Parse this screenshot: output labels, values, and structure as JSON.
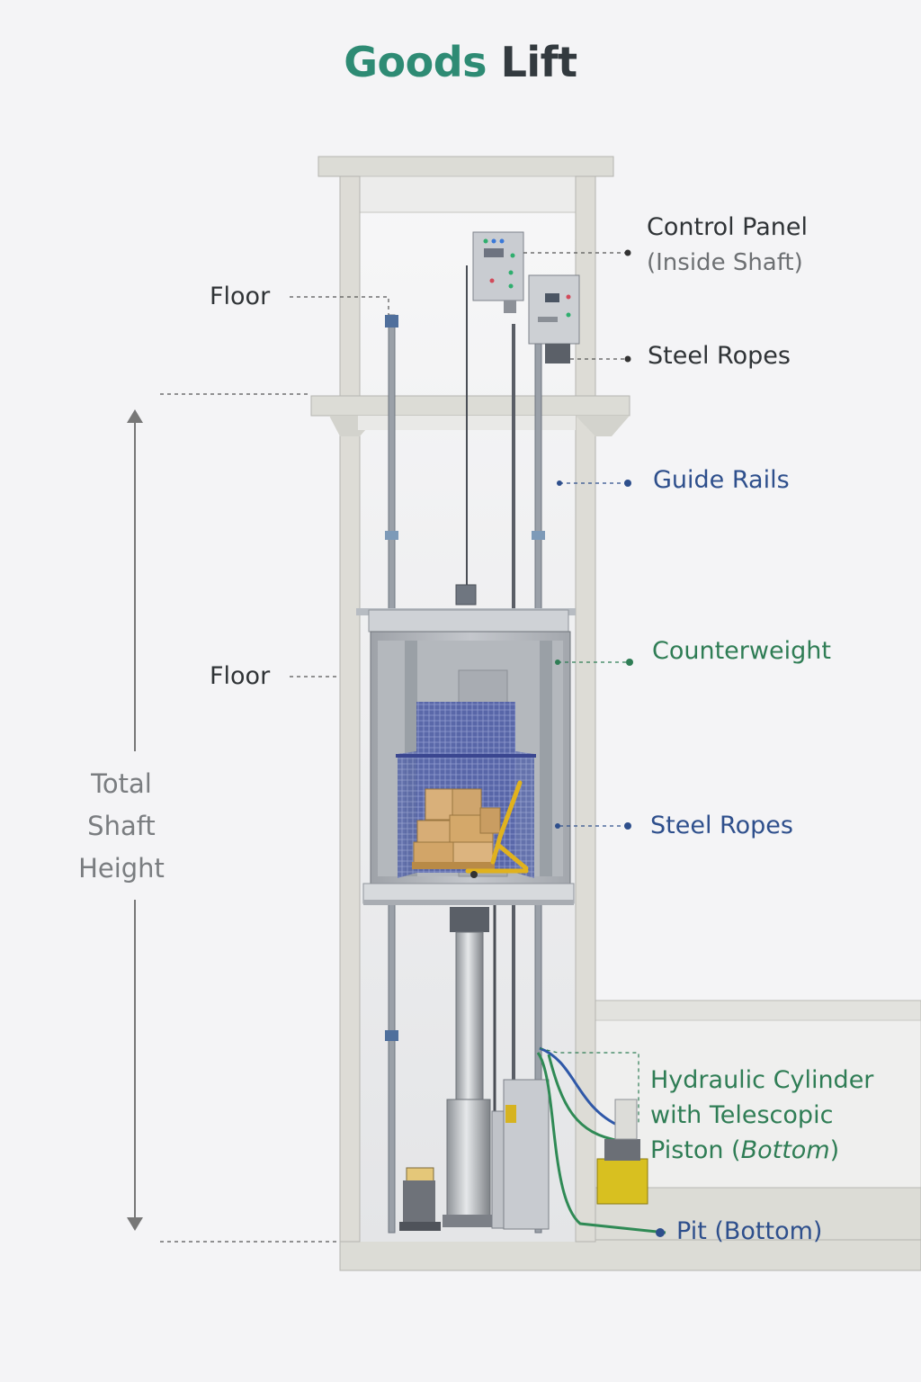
{
  "title": {
    "word1": "Goods",
    "word2": "Lift"
  },
  "labels": {
    "control_panel": "Control Panel",
    "control_panel_sub": "(Inside Shaft)",
    "steel_ropes_top": "Steel Ropes",
    "guide_rails": "Guide Rails",
    "counterweight": "Counterweight",
    "steel_ropes_mid": "Steel Ropes",
    "hydraulic_line1": "Hydraulic Cylinder",
    "hydraulic_line2": "with Telescopic",
    "hydraulic_line3_a": "Piston (",
    "hydraulic_line3_b": "Bottom",
    "hydraulic_line3_c": ")",
    "pit": "Pit (Bottom)",
    "floor_top": "Floor",
    "floor_mid": "Floor",
    "total_line1": "Total",
    "total_line2": "Shaft",
    "total_line3": "Height"
  },
  "colors": {
    "title_accent": "#2e8b74",
    "title_dark": "#333a3f",
    "label_blue": "#2e4f8c",
    "label_green": "#2f7d55",
    "concrete": "#dcdcd6",
    "box": "#d4a86a",
    "mesh": "#3f4f9c",
    "pallet_jack": "#e0b21e",
    "pump": "#d8c020"
  }
}
